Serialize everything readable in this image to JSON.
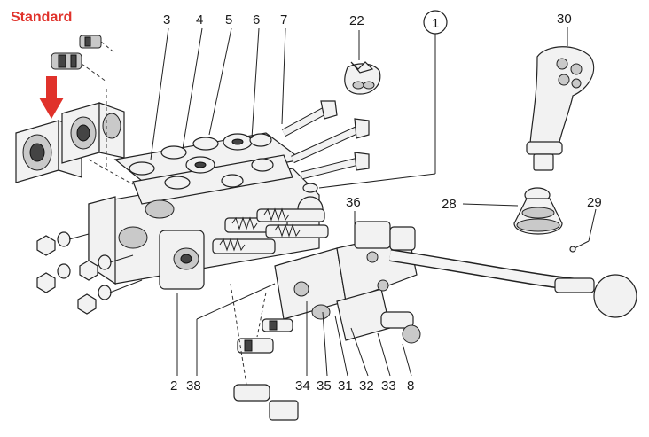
{
  "header": {
    "tag": "Standard",
    "tag_color": "#e0322b"
  },
  "callouts": [
    {
      "id": "c3",
      "text": "3"
    },
    {
      "id": "c4",
      "text": "4"
    },
    {
      "id": "c5",
      "text": "5"
    },
    {
      "id": "c6",
      "text": "6"
    },
    {
      "id": "c7",
      "text": "7"
    },
    {
      "id": "c22",
      "text": "22"
    },
    {
      "id": "c1",
      "text": "1"
    },
    {
      "id": "c30",
      "text": "30"
    },
    {
      "id": "c36",
      "text": "36"
    },
    {
      "id": "c28",
      "text": "28"
    },
    {
      "id": "c29",
      "text": "29"
    },
    {
      "id": "c2",
      "text": "2"
    },
    {
      "id": "c38",
      "text": "38"
    },
    {
      "id": "c34",
      "text": "34"
    },
    {
      "id": "c35",
      "text": "35"
    },
    {
      "id": "c31",
      "text": "31"
    },
    {
      "id": "c32",
      "text": "32"
    },
    {
      "id": "c33",
      "text": "33"
    },
    {
      "id": "c8",
      "text": "8"
    }
  ],
  "icons": {
    "arrow": "down-arrow-icon"
  }
}
